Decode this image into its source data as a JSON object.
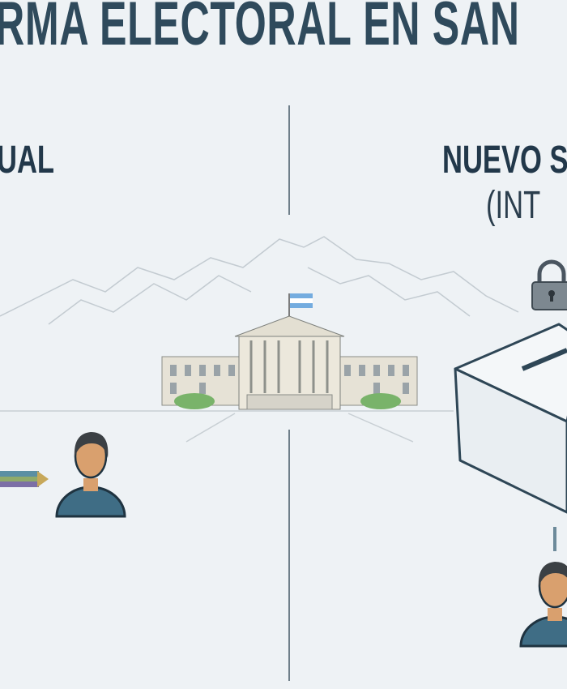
{
  "title": "RMA ELECTORAL EN SAN",
  "left_panel": {
    "heading": "UAL"
  },
  "right_panel": {
    "heading": "NUEVO S",
    "subheading": "(INT"
  },
  "icons": [
    "mountains-icon",
    "government-building-icon",
    "argentina-flag-icon",
    "lock-icon",
    "ballot-box-icon",
    "person-icon",
    "multicolor-arrow-icon"
  ],
  "colors": {
    "title": "#2f4a5c",
    "background": "#eef2f5",
    "person_shirt": "#3f6d85",
    "skin": "#d9a06e",
    "flag_blue": "#74acdf"
  }
}
